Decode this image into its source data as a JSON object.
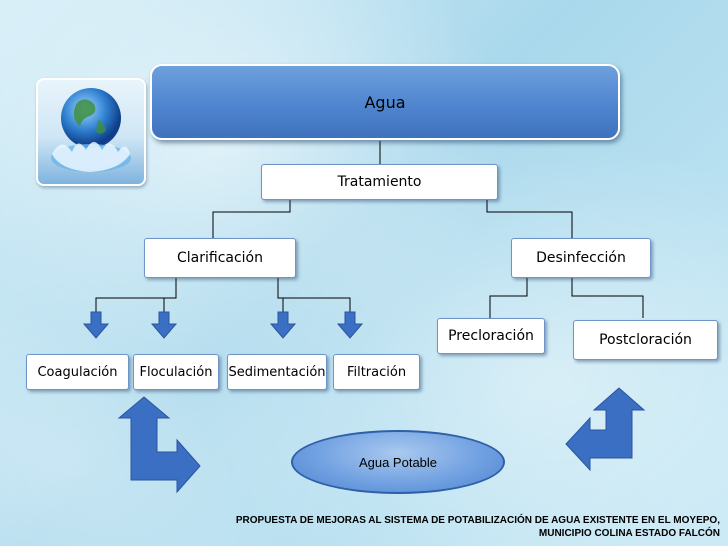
{
  "diagram": {
    "root": "Agua",
    "level1": "Tratamiento",
    "branches": {
      "left": "Clarificación",
      "right": "Desinfección"
    },
    "clarificacion_steps": [
      "Coagulación",
      "Floculación",
      "Sedimentación",
      "Filtración"
    ],
    "desinfeccion_steps": [
      "Precloración",
      "Postcloración"
    ],
    "result": "Agua Potable"
  },
  "footer": {
    "line1": "PROPUESTA DE MEJORAS AL SISTEMA DE POTABILIZACIÓN DE AGUA EXISTENTE EN EL MOYEPO,",
    "line2": "MUNICIPIO COLINA ESTADO FALCÓN"
  },
  "colors": {
    "arrow": "#3b6fc4",
    "title_fill": "#4f85cf",
    "connector": "#000000"
  },
  "icons": {
    "logo": "globe-water-splash-icon"
  }
}
